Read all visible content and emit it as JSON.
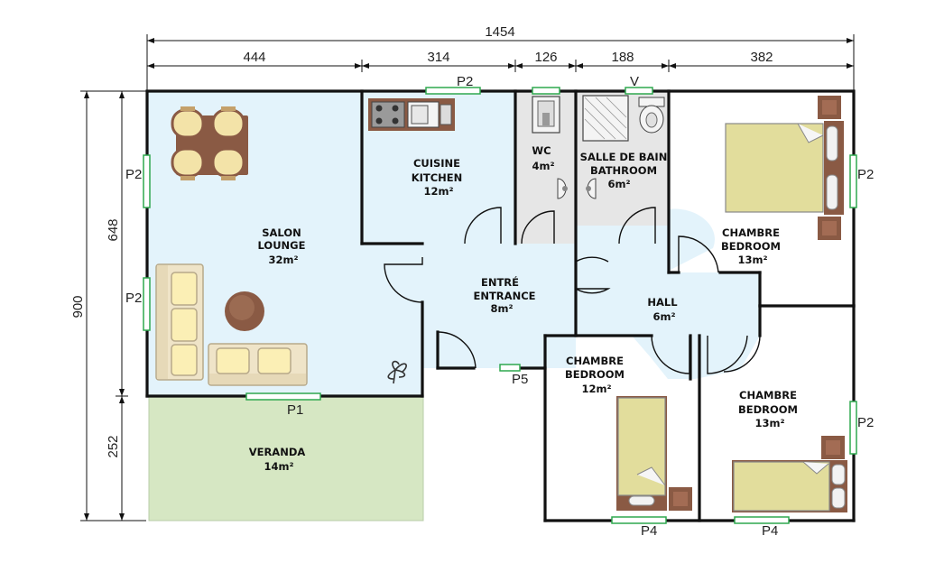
{
  "dimensions": {
    "total_width": "1454",
    "segments": [
      "444",
      "314",
      "126",
      "188",
      "382"
    ],
    "total_height": "900",
    "height_main": "648",
    "height_veranda": "252"
  },
  "rooms": {
    "salon": [
      "SALON",
      "LOUNGE",
      "32m²"
    ],
    "cuisine": [
      "CUISINE",
      "KITCHEN",
      "12m²"
    ],
    "wc": [
      "WC",
      "4m²"
    ],
    "bath": [
      "SALLE DE BAIN",
      "BATHROOM",
      "6m²"
    ],
    "bed_ne": [
      "CHAMBRE",
      "BEDROOM",
      "13m²"
    ],
    "entree": [
      "ENTRÉ",
      "ENTRANCE",
      "8m²"
    ],
    "hall": [
      "HALL",
      "6m²"
    ],
    "bed_sm": [
      "CHAMBRE",
      "BEDROOM",
      "12m²"
    ],
    "bed_se": [
      "CHAMBRE",
      "BEDROOM",
      "13m²"
    ],
    "veranda": [
      "VERANDA",
      "14m²"
    ]
  },
  "openings": {
    "p2_top": "P2",
    "v_top": "V",
    "p2_left_upper": "P2",
    "p2_left_lower": "P2",
    "p2_right_upper": "P2",
    "p2_right_lower": "P2",
    "p1": "P1",
    "p5": "P5",
    "p4_left": "P4",
    "p4_right": "P4"
  },
  "colors": {
    "floor_blue": "#e3f3fb",
    "floor_gray": "#e6e6e6",
    "veranda_green": "#d6e7c3",
    "window_green": "#2fa84f",
    "furniture_brown": "#8a5a44",
    "bed_yellow": "#e2dd9c"
  }
}
